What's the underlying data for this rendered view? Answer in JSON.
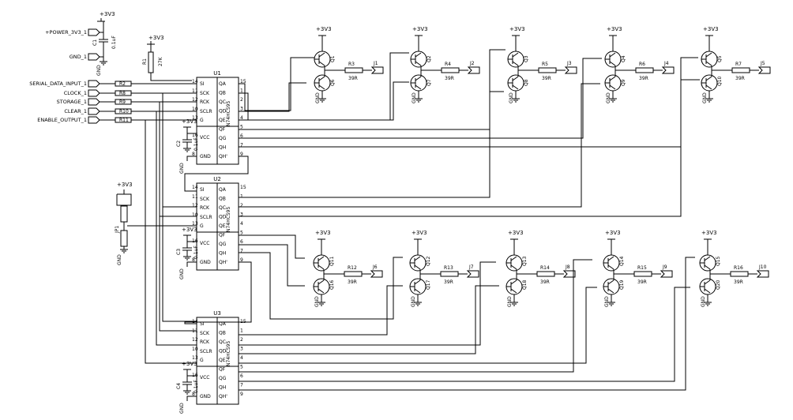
{
  "supply_label": "+3V3",
  "gnd_label": "GND",
  "power_ports": [
    "+POWER_3V3_1",
    "GND_1"
  ],
  "input_ports": [
    "SERIAL_DATA_INPUT_1",
    "CLOCK_1",
    "STORAGE_1",
    "CLEAR_1",
    "ENABLE_OUTPUT_1"
  ],
  "input_resistors": [
    "R2",
    "R8",
    "R9",
    "R10",
    "R11"
  ],
  "c1": {
    "ref": "C1",
    "value": "0.1uF"
  },
  "r1": {
    "ref": "R1",
    "value": "27K"
  },
  "jp": {
    "ref": "JP1"
  },
  "ics": [
    {
      "ref": "U1",
      "part": "N74HC595"
    },
    {
      "ref": "U2",
      "part": "N74HC595"
    },
    {
      "ref": "U3",
      "part": "N74HC595"
    }
  ],
  "ic_caps": [
    {
      "ref": "C2",
      "value": "0.1uF"
    },
    {
      "ref": "C3",
      "value": "0.1uF"
    },
    {
      "ref": "C4",
      "value": "0.1uF"
    }
  ],
  "ic_left_pins": [
    {
      "name": "SI",
      "num": "14"
    },
    {
      "name": "SCK",
      "num": "11"
    },
    {
      "name": "RCK",
      "num": "12"
    },
    {
      "name": "SCLR",
      "num": "10"
    },
    {
      "name": "G",
      "num": "13"
    },
    {
      "name": "VCC",
      "num": "16"
    },
    {
      "name": "GND",
      "num": "8"
    }
  ],
  "ic_right_pins": [
    {
      "name": "QA",
      "num": "15"
    },
    {
      "name": "QB",
      "num": "1"
    },
    {
      "name": "QC",
      "num": "2"
    },
    {
      "name": "QD",
      "num": "3"
    },
    {
      "name": "QE",
      "num": "4"
    },
    {
      "name": "QF",
      "num": "5"
    },
    {
      "name": "QG",
      "num": "6"
    },
    {
      "name": "QH",
      "num": "7"
    },
    {
      "name": "QH'",
      "num": "9"
    }
  ],
  "channels": [
    {
      "qt": "Q1",
      "qb": "Q6",
      "r": "R3",
      "rv": "39R",
      "j": "J1"
    },
    {
      "qt": "Q2",
      "qb": "Q7",
      "r": "R4",
      "rv": "39R",
      "j": "J2"
    },
    {
      "qt": "Q3",
      "qb": "Q8",
      "r": "R5",
      "rv": "39R",
      "j": "J3"
    },
    {
      "qt": "Q4",
      "qb": "Q9",
      "r": "R6",
      "rv": "39R",
      "j": "J4"
    },
    {
      "qt": "Q5",
      "qb": "Q10",
      "r": "R7",
      "rv": "39R",
      "j": "J5"
    },
    {
      "qt": "Q11",
      "qb": "Q16",
      "r": "R12",
      "rv": "39R",
      "j": "J6"
    },
    {
      "qt": "Q12",
      "qb": "Q17",
      "r": "R13",
      "rv": "39R",
      "j": "J7"
    },
    {
      "qt": "Q13",
      "qb": "Q18",
      "r": "R14",
      "rv": "39R",
      "j": "J8"
    },
    {
      "qt": "Q14",
      "qb": "Q19",
      "r": "R15",
      "rv": "39R",
      "j": "J9"
    },
    {
      "qt": "Q15",
      "qb": "Q20",
      "r": "R16",
      "rv": "39R",
      "j": "J10"
    }
  ]
}
